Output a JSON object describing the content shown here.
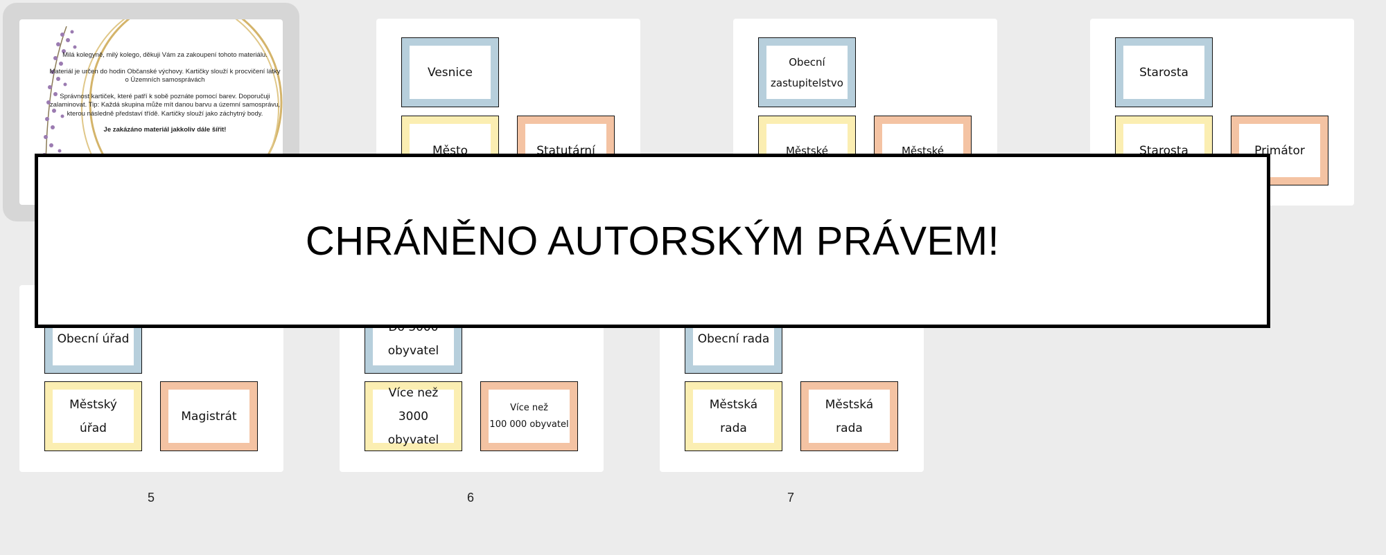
{
  "intro": {
    "greeting": "Milá kolegyně, milý kolego, děkuji Vám za zakoupení tohoto materiálu.",
    "purpose": "Materiál je určen do hodin Občanské výchovy. Kartičky slouží k procvičení látky o Územních samosprávách",
    "instructions": "Správnost kartiček, které patří k sobě poznáte pomocí barev. Doporučuji zalaminovat. Tip: Každá skupina může mít danou barvu a územní samosprávu, kterou následně představí třídě. Kartičky slouží jako záchytný body.",
    "warning": "Je zakázáno materiál jakkoliv dále šířit!"
  },
  "cards": {
    "p2_blue": "Vesnice",
    "p2_yellow": "Město",
    "p2_orange": "Statutární",
    "p3_blue": "Obecní\nzastupitelstvo",
    "p3_yellow": "Městské",
    "p3_orange": "Městské",
    "p4_blue": "Starosta",
    "p4_yellow": "Starosta",
    "p4_orange": "Primátor",
    "p5_blue": "Obecní úřad",
    "p5_yellow": "Městský\núřad",
    "p5_orange": "Magistrát",
    "p6_blue": "Do 3000\nobyvatel",
    "p6_yellow": "Více než 3000\nobyvatel",
    "p6_orange": "Více než\n100 000 obyvatel",
    "p7_blue": "Obecní rada",
    "p7_yellow": "Městská\nrada",
    "p7_orange": "Městská\nrada"
  },
  "page_numbers": {
    "p5": "5",
    "p6": "6",
    "p7": "7"
  },
  "watermark": "CHRÁNĚNO AUTORSKÝM PRÁVEM!",
  "colors": {
    "blue": "#b7cfdc",
    "yellow": "#fbeeb2",
    "orange": "#f4c3a3",
    "selection": "#d6d6d6"
  }
}
